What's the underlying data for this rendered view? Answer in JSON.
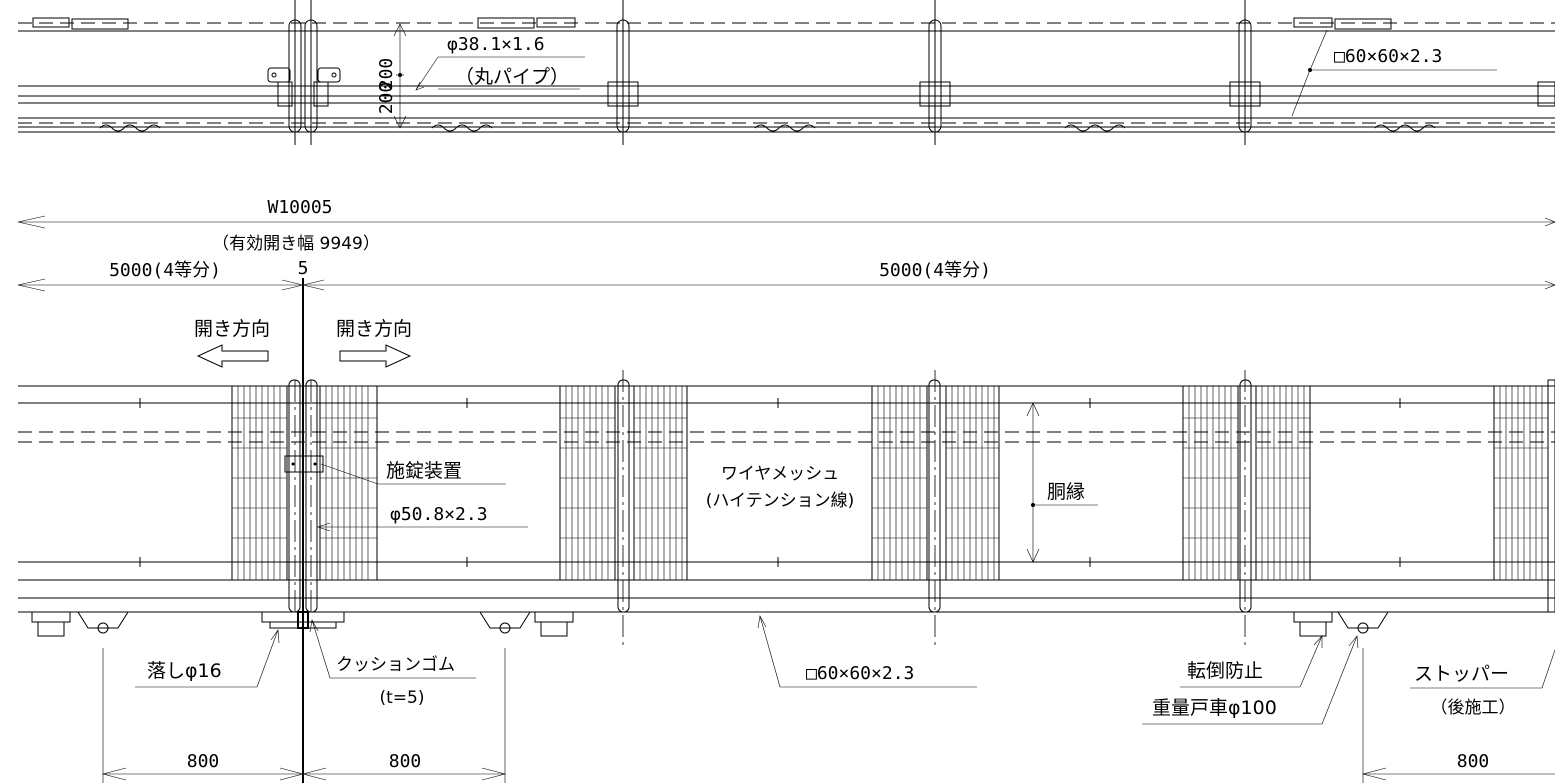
{
  "plan_labels": {
    "pipe_spec": "φ38.1×1.6",
    "pipe_note": "（丸パイプ）",
    "post_spec": "□60×60×2.3",
    "dim_upper": "200",
    "dim_lower": "200"
  },
  "dimensions": {
    "total_width": "W10005",
    "effective_opening": "（有効開き幅 9949）",
    "left_span": "5000(4等分)",
    "gap": "5",
    "right_span": "5000(4等分)",
    "left_wheel_1": "800",
    "left_wheel_2": "800",
    "right_wheel": "800"
  },
  "direction": {
    "left": "開き方向",
    "right": "開き方向"
  },
  "annotations": {
    "lock": "施錠装置",
    "lock_pipe": "φ50.8×2.3",
    "mesh": "ワイヤメッシュ",
    "mesh_note": "(ハイテンション線)",
    "frame": "胴縁",
    "drop_bolt": "落しφ16",
    "cushion": "クッションゴム",
    "cushion_note": "(t=5)",
    "bottom_rail": "□60×60×2.3",
    "anti_fall": "転倒防止",
    "wheel": "重量戸車φ100",
    "stopper": "ストッパー",
    "stopper_note": "（後施工）"
  }
}
